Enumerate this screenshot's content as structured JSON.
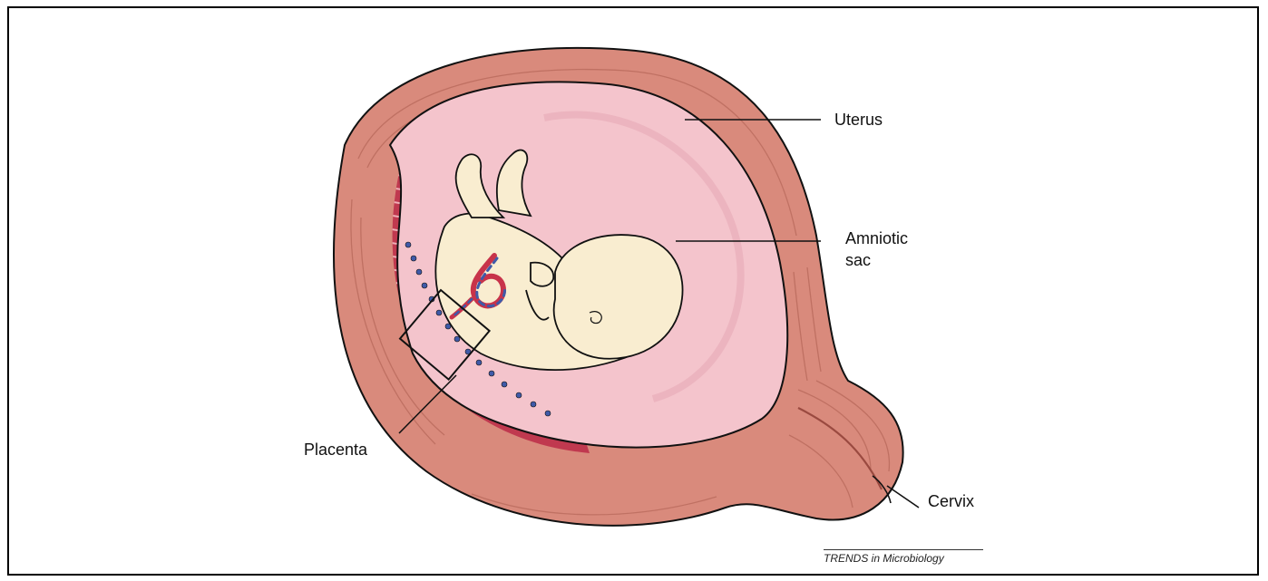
{
  "labels": {
    "uterus": "Uterus",
    "amniotic_line1": "Amniotic",
    "amniotic_line2": "sac",
    "placenta": "Placenta",
    "cervix": "Cervix"
  },
  "credit": "TRENDS in Microbiology",
  "colors": {
    "uterus_wall": "#d98a7c",
    "uterus_stripe": "#b96a5c",
    "amniotic_fluid": "#f4c4cc",
    "fetus_skin": "#f9edd0",
    "placenta": "#c0394f",
    "cord_red": "#c8334a",
    "cord_blue": "#3f5aa8",
    "outline": "#111111"
  }
}
